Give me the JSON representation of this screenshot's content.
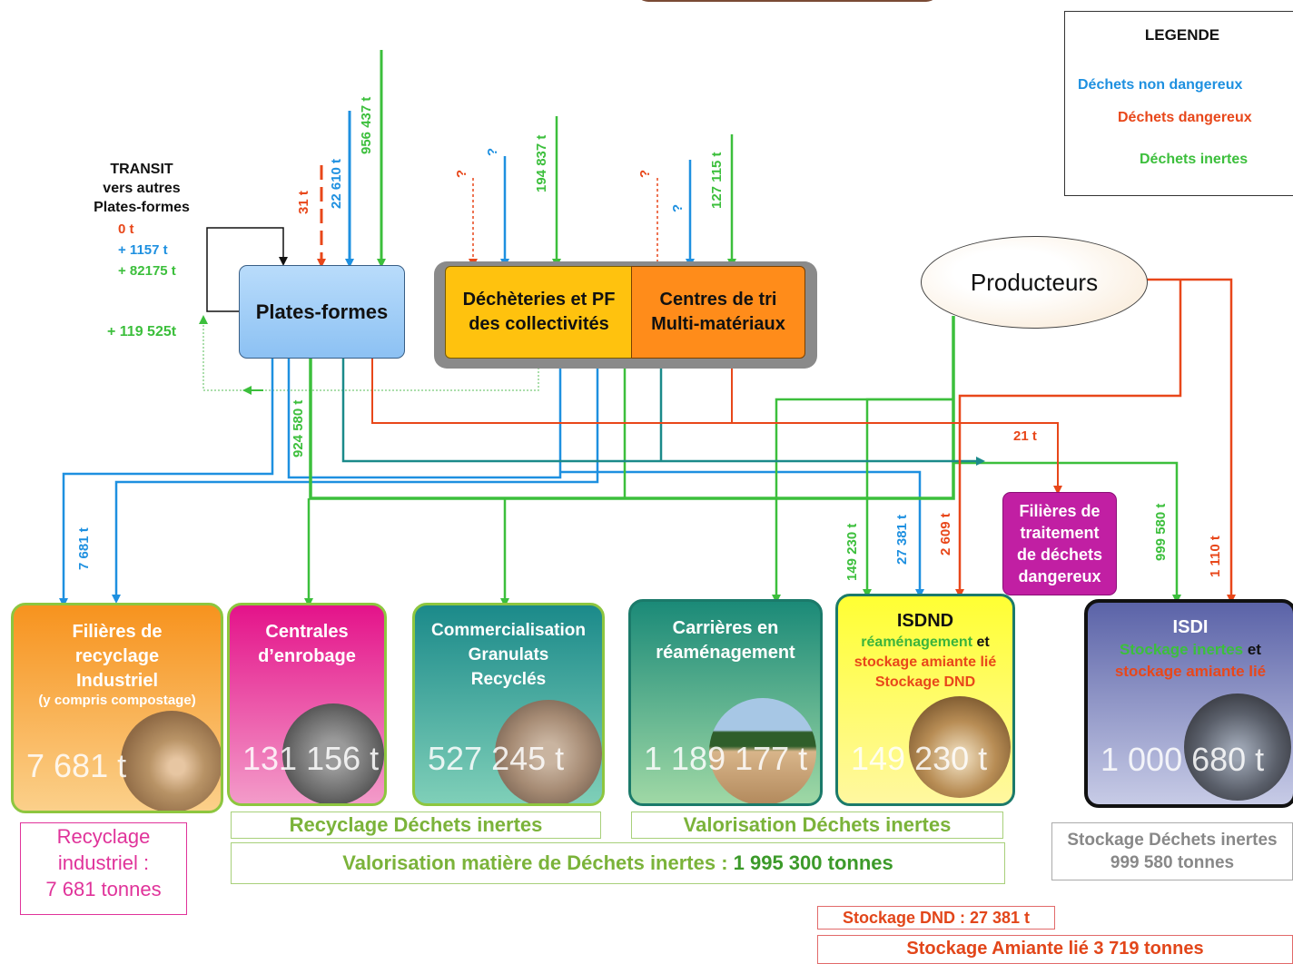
{
  "legend": {
    "title": "LEGENDE",
    "items": [
      {
        "label": "Déchets non dangereux",
        "color": "#1e90e0"
      },
      {
        "label": "Déchets dangereux",
        "color": "#e8471a"
      },
      {
        "label": "Déchets inertes",
        "color": "#3cbf3c"
      }
    ]
  },
  "transit": {
    "title": "TRANSIT\nvers autres\nPlates-formes",
    "values": [
      "0 t",
      "+  1157 t",
      "+  82175 t"
    ],
    "return_value": "+ 119 525t"
  },
  "nodes": {
    "plates_formes": "Plates-formes",
    "decheteries": "Déchèteries et PF\ndes collectivités",
    "centres_tri": "Centres de tri\nMulti-matériaux",
    "producteurs": "Producteurs",
    "filieres_dangereux": "Filières de\ntraitement\nde déchets\ndangereux"
  },
  "inflows": {
    "pf_red": "31 t",
    "pf_blue": "22 610 t",
    "pf_green": "956 437 t",
    "dech_red": "?",
    "dech_blue": "?",
    "dech_green": "194 837 t",
    "tri_red": "?",
    "tri_blue": "?",
    "tri_green": "127 115 t"
  },
  "outflows": {
    "to_recyclage_industriel": "7 681 t",
    "pf_green_out": "924 580 t",
    "to_isdnd_green": "149 230 t",
    "to_isdnd_blue": "27 381 t",
    "to_isdnd_red": "2 609 t",
    "to_ftd_red": "21 t",
    "to_isdi_green": "999 580 t",
    "to_isdi_red": "1 110 t"
  },
  "destinations": [
    {
      "title": "Filières de\nrecyclage\nIndustriel",
      "subtitle": "(y compris  compostage)",
      "qty": "7 681 t"
    },
    {
      "title": "Centrales\nd’enrobage",
      "qty": "131 156 t"
    },
    {
      "title": "Commercialisation\nGranulats\nRecyclés",
      "qty": "527 245 t"
    },
    {
      "title": "Carrières en\nréaménagement",
      "qty": "1 189 177 t"
    },
    {
      "title": "ISDND",
      "line1a": "réaménagement",
      "line1b": " et",
      "line2": "stockage amiante lié",
      "line3": "Stockage DND",
      "qty": "149 230 t"
    },
    {
      "title": "ISDI",
      "line1a": "Stockage inertes",
      "line1b": " et",
      "line2": "stockage amiante lié",
      "qty": "1 000 680 t"
    }
  ],
  "captions": {
    "recyclage_industriel": "Recyclage\nindustriel :\n7 681 tonnes",
    "recyclage_inertes": "Recyclage Déchets inertes",
    "valorisation_inertes": "Valorisation Déchets inertes",
    "valorisation_matiere_label": "Valorisation matière de  Déchets inertes   :  ",
    "valorisation_matiere_value": "1 995 300 tonnes",
    "stockage_inertes": "Stockage  Déchets inertes",
    "stockage_inertes_value": "999 580 tonnes",
    "stockage_dnd": "Stockage DND : 27 381 t",
    "stockage_amiante_label": "Stockage  Amiante lié  ",
    "stockage_amiante_value": "3 719 tonnes"
  }
}
